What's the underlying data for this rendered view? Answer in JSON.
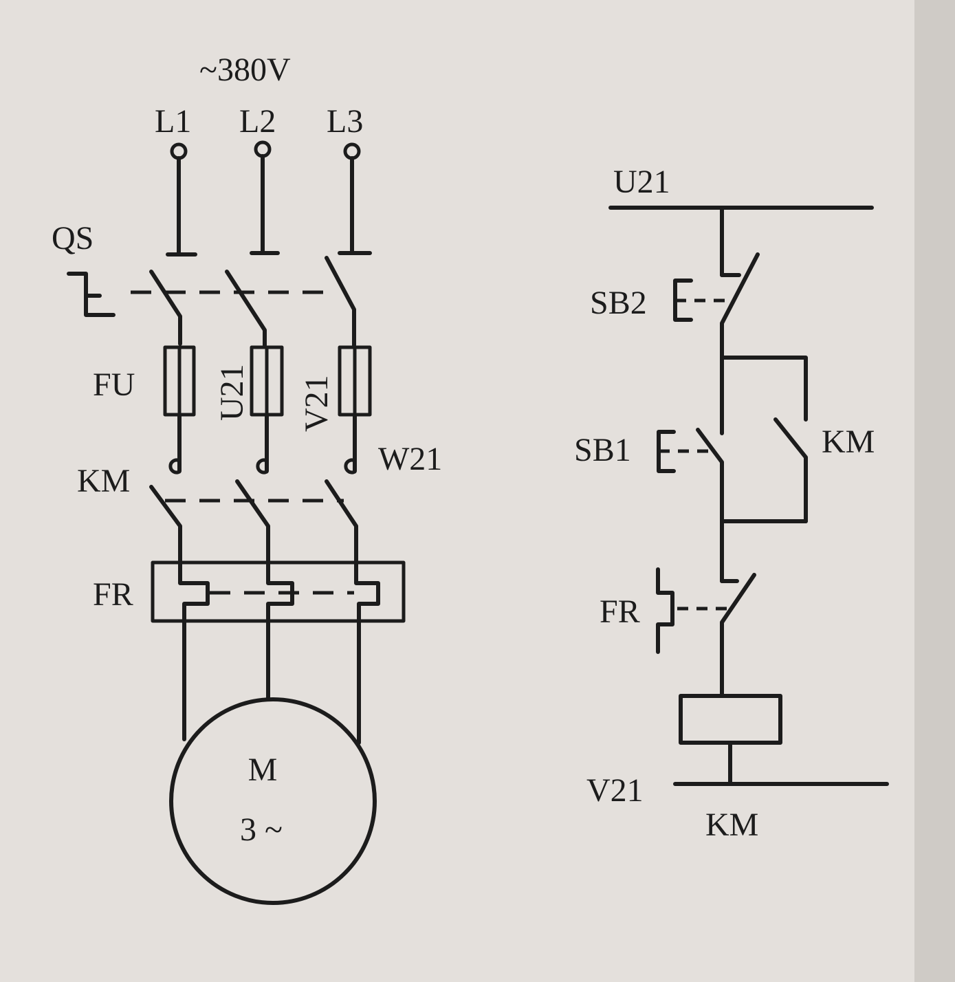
{
  "power_circuit": {
    "supply": "~380V",
    "phases": [
      "L1",
      "L2",
      "L3"
    ],
    "switch": "QS",
    "fuses": "FU",
    "tap_labels": [
      "U21",
      "V21",
      "W21"
    ],
    "contactor": "KM",
    "overload_relay": "FR",
    "motor": {
      "name": "M",
      "type": "3 ~"
    }
  },
  "control_circuit": {
    "top_rail": "U21",
    "bottom_rail": "V21",
    "stop_button": "SB2",
    "start_button": "SB1",
    "hold_contact": "KM",
    "overload_contact": "FR",
    "coil": "KM"
  }
}
